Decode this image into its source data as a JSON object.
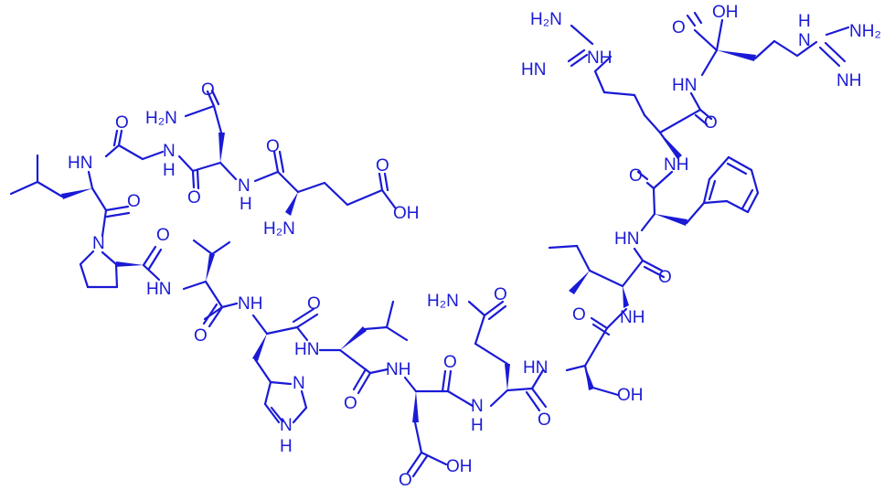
{
  "structure": {
    "type": "peptide skeletal formula",
    "bond_color": "#1a1ad6",
    "atom_labels": [
      {
        "id": "nh2-guan1",
        "text": "H₂N"
      },
      {
        "id": "hn-guan1",
        "text": "HN"
      },
      {
        "id": "nh-guan1",
        "text": "NH"
      },
      {
        "id": "o-cooh-arg",
        "text": "O"
      },
      {
        "id": "oh-cooh-arg",
        "text": "OH"
      },
      {
        "id": "nh-guan2",
        "text": "N"
      },
      {
        "id": "nh-guan2-h",
        "text": "H"
      },
      {
        "id": "nh2-guan2",
        "text": "NH₂"
      },
      {
        "id": "nh-imine2",
        "text": "NH"
      },
      {
        "id": "hn-arg-amide",
        "text": "HN"
      },
      {
        "id": "o-arg-amide",
        "text": "O"
      },
      {
        "id": "o-asn-side",
        "text": "O"
      },
      {
        "id": "h2n-asn-side",
        "text": "H₂N"
      },
      {
        "id": "o-gly",
        "text": "O"
      },
      {
        "id": "nh-leu1",
        "text": "HN"
      },
      {
        "id": "nh-gly",
        "text": "N"
      },
      {
        "id": "nh-gly-h",
        "text": "H"
      },
      {
        "id": "o-glu-amide",
        "text": "O"
      },
      {
        "id": "nh-arg2",
        "text": "NH"
      },
      {
        "id": "o-asn-bb",
        "text": "O"
      },
      {
        "id": "n-asn-bb",
        "text": "N"
      },
      {
        "id": "h-asn-bb",
        "text": "H"
      },
      {
        "id": "o-glu-side",
        "text": "O"
      },
      {
        "id": "oh-glu-side",
        "text": "OH"
      },
      {
        "id": "h2n-glu",
        "text": "H₂N"
      },
      {
        "id": "o-phe",
        "text": "O"
      },
      {
        "id": "o-leu1",
        "text": "O"
      },
      {
        "id": "o-pro",
        "text": "O"
      },
      {
        "id": "n-pro",
        "text": "N"
      },
      {
        "id": "hn-phe",
        "text": "HN"
      },
      {
        "id": "hn-val",
        "text": "HN"
      },
      {
        "id": "o-ile",
        "text": "O"
      },
      {
        "id": "nh-his",
        "text": "NH"
      },
      {
        "id": "o-his",
        "text": "O"
      },
      {
        "id": "h2n-gln",
        "text": "H₂N"
      },
      {
        "id": "o-gln-side",
        "text": "O"
      },
      {
        "id": "o-ser",
        "text": "O"
      },
      {
        "id": "nh-ile",
        "text": "NH"
      },
      {
        "id": "o-val",
        "text": "O"
      },
      {
        "id": "hn-leu2",
        "text": "HN"
      },
      {
        "id": "n-imid",
        "text": "N"
      },
      {
        "id": "nh-asp",
        "text": "NH"
      },
      {
        "id": "o-leu2",
        "text": "O"
      },
      {
        "id": "o-asp-bb",
        "text": "O"
      },
      {
        "id": "hn-ser",
        "text": "HN"
      },
      {
        "id": "oh-ser",
        "text": "OH"
      },
      {
        "id": "nh-gln",
        "text": "N"
      },
      {
        "id": "h-gln",
        "text": "H"
      },
      {
        "id": "o-gln-bb",
        "text": "O"
      },
      {
        "id": "hn-imid",
        "text": "N"
      },
      {
        "id": "h-imid",
        "text": "H"
      },
      {
        "id": "o-asp-side",
        "text": "O"
      },
      {
        "id": "oh-asp-side",
        "text": "OH"
      }
    ]
  }
}
